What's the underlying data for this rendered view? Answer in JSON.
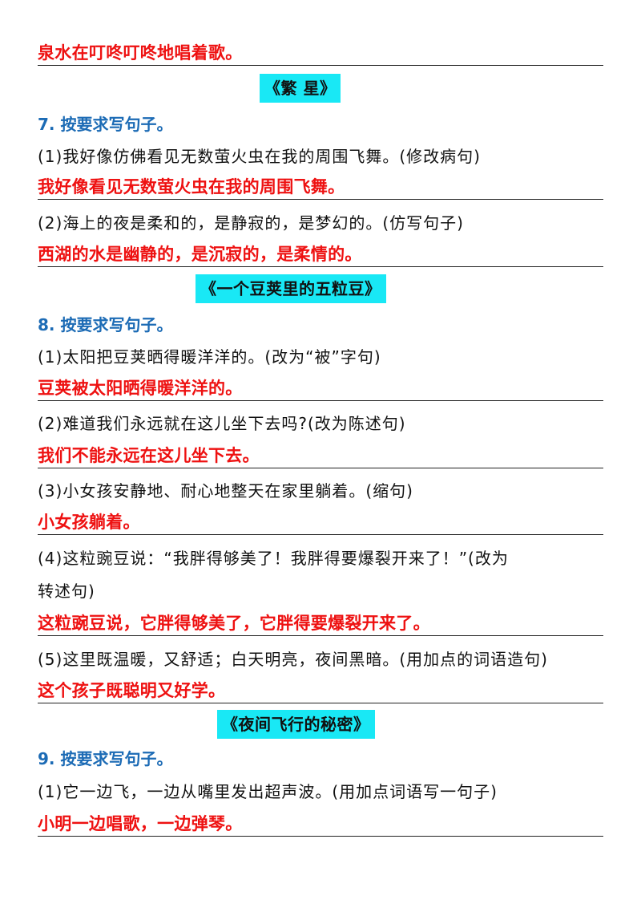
{
  "top_answer": "泉水在叮咚叮咚地唱着歌。",
  "sections": [
    {
      "title": "《繁 星》",
      "heading": "7. 按要求写句子。",
      "items": [
        {
          "question": "(1)我好像仿佛看见无数萤火虫在我的周围飞舞。(修改病句)",
          "answer": "我好像看见无数萤火虫在我的周围飞舞。"
        },
        {
          "question": "(2)海上的夜是柔和的，是静寂的，是梦幻的。(仿写句子)",
          "answer": "西湖的水是幽静的，是沉寂的，是柔情的。"
        }
      ]
    },
    {
      "title": "《一个豆荚里的五粒豆》",
      "heading": "8. 按要求写句子。",
      "items": [
        {
          "question": "(1)太阳把豆荚晒得暖洋洋的。(改为“被”字句)",
          "answer": "豆荚被太阳晒得暖洋洋的。"
        },
        {
          "question": "(2)难道我们永远就在这儿坐下去吗?(改为陈述句)",
          "answer": "我们不能永远在这儿坐下去。"
        },
        {
          "question": "(3)小女孩安静地、耐心地整天在家里躺着。(缩句)",
          "answer": "小女孩躺着。"
        },
        {
          "question_line1": "(4)这粒豌豆说：“我胖得够美了！我胖得要爆裂开来了！”(改为",
          "question_line2": "转述句)",
          "answer": "这粒豌豆说，它胖得够美了，它胖得要爆裂开来了。"
        },
        {
          "question": "(5)这里既温暖，又舒适；白天明亮，夜间黑暗。(用加点的词语造句)",
          "answer": "这个孩子既聪明又好学。"
        }
      ]
    },
    {
      "title": "《夜间飞行的秘密》",
      "heading": "9. 按要求写句子。",
      "items": [
        {
          "question": "(1)它一边飞，一边从嘴里发出超声波。(用加点词语写一句子)",
          "answer": "小明一边唱歌，一边弹琴。"
        }
      ]
    }
  ],
  "colors": {
    "answer": "#ee1111",
    "heading": "#1c6bb5",
    "title_bg": "#19e8f5",
    "rule": "#222222"
  }
}
